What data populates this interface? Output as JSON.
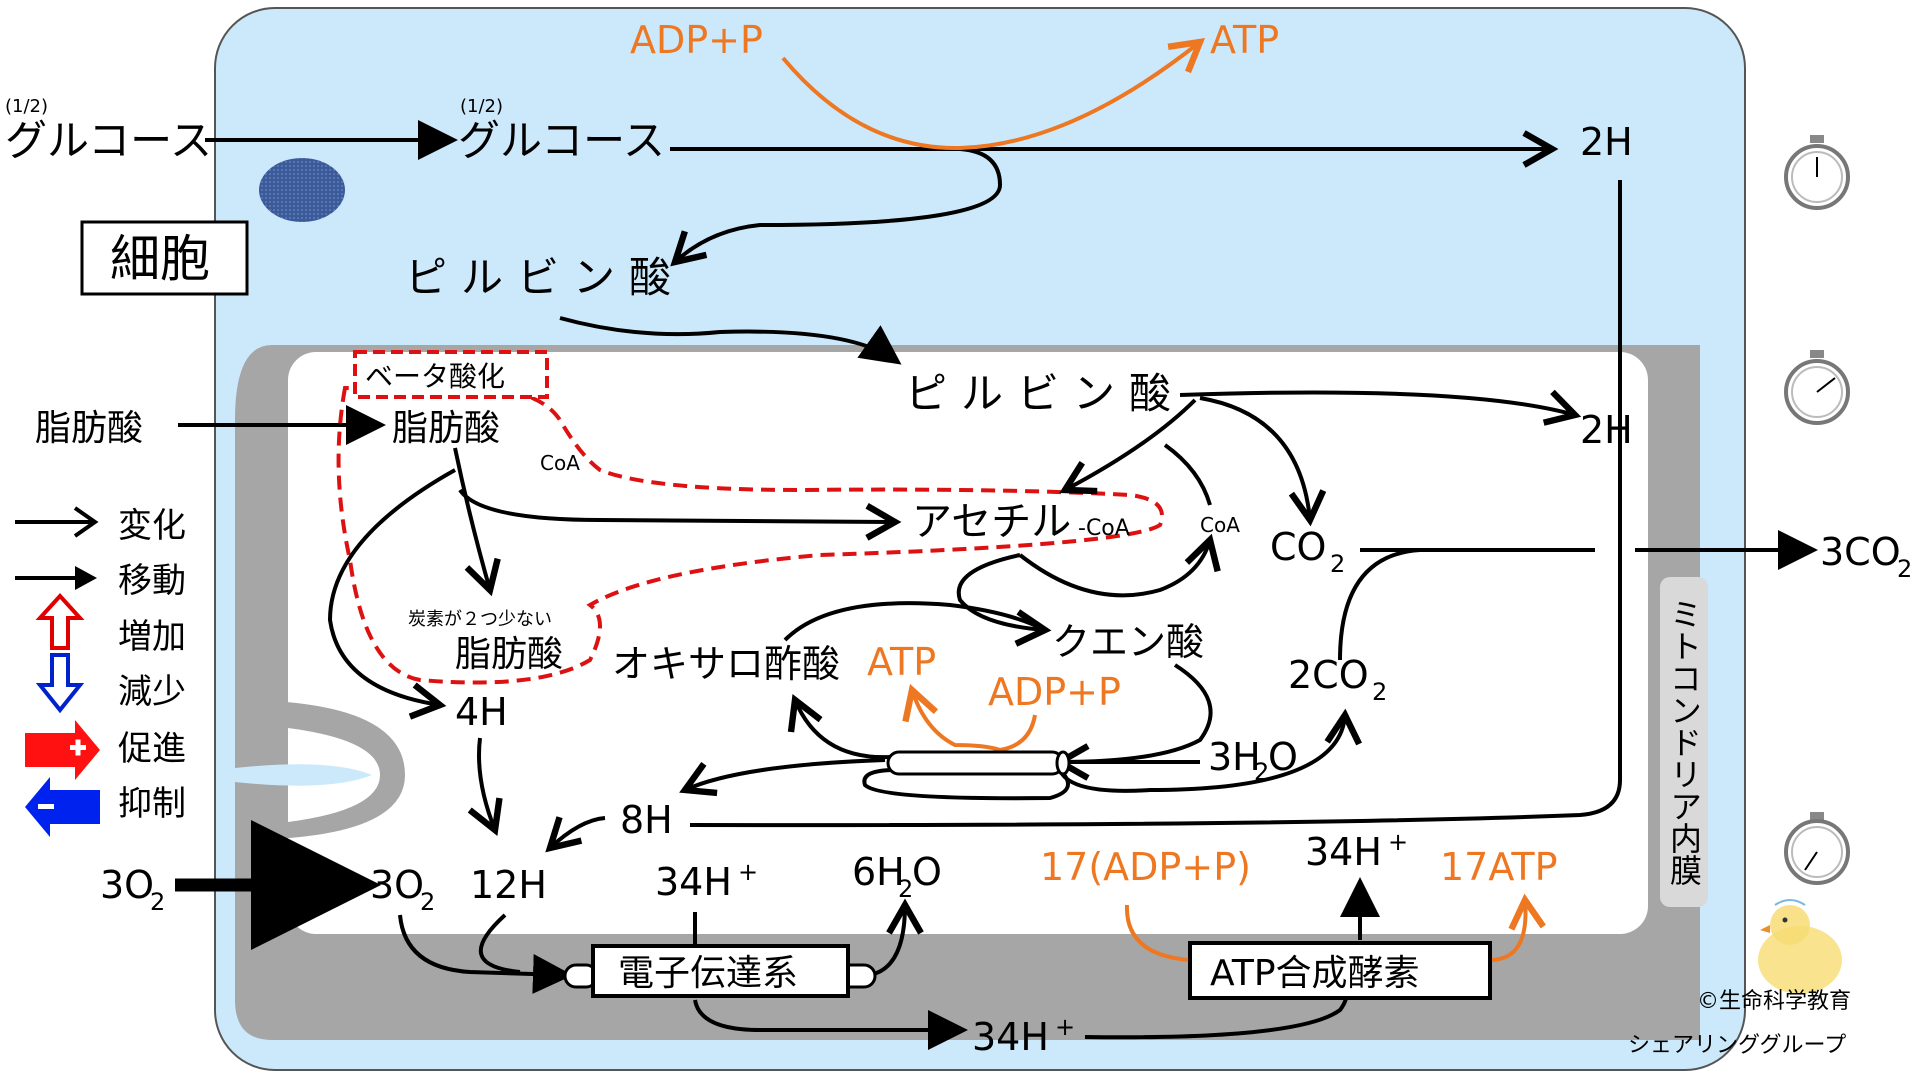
{
  "labels": {
    "glucose_fraction_outside": "(1/2)",
    "glucose_outside": "グルコース",
    "glucose_fraction_inside": "(1/2)",
    "glucose_inside": "グルコース",
    "adp_p_top": "ADP+P",
    "atp_top": "ATP",
    "two_h_cyto": "2H",
    "cell": "細胞",
    "pyruvate_cyto": "ピルビン酸",
    "pyruvate_mito": "ピルビン酸",
    "two_h_mito": "2H",
    "beta_oxidation": "ベータ酸化",
    "fatty_acid_outside": "脂肪酸",
    "fatty_acid_mito": "脂肪酸",
    "coa_fatty": "CoA",
    "acetyl_coa_main": "アセチル",
    "acetyl_coa_sub": "-CoA",
    "coa_right": "CoA",
    "co2_main": "CO",
    "co2_sub": "2",
    "three_co2_main": "3CO",
    "three_co2_sub": "2",
    "short_fatty_note": "炭素が２つ少ない",
    "short_fatty_acid": "脂肪酸",
    "oxaloacetate": "オキサロ酢酸",
    "atp_tca": "ATP",
    "citrate": "クエン酸",
    "adp_p_tca": "ADP+P",
    "two_co2_main": "2CO",
    "two_co2_sub": "2",
    "four_h": "4H",
    "eight_h": "8H",
    "three_h2o_a": "3H",
    "three_h2o_sub": "2",
    "three_h2o_b": "O",
    "three_o2_out_a": "3O",
    "three_o2_out_sub": "2",
    "three_o2_in_a": "3O",
    "three_o2_in_sub": "2",
    "twelve_h": "12H",
    "h34_plus_left": "34H",
    "h34_plus_left_sup": "+",
    "six_h2o_a": "6H",
    "six_h2o_sub": "2",
    "six_h2o_b": "O",
    "seventeen_adp": "17(ADP+P)",
    "h34_plus_right": "34H",
    "h34_plus_right_sup": "+",
    "seventeen_atp": "17ATP",
    "etc": "電子伝達系",
    "atp_synthase": "ATP合成酵素",
    "h34_plus_bottom": "34H",
    "h34_plus_bottom_sup": "+",
    "inner_membrane": "ミトコンドリア内膜",
    "copyright_1": "©生命科学教育",
    "copyright_2": "シェアリンググループ"
  },
  "legend": [
    {
      "label": "変化",
      "icon": "open-arrow-icon"
    },
    {
      "label": "移動",
      "icon": "filled-arrow-icon"
    },
    {
      "label": "増加",
      "icon": "up-arrow-red-icon"
    },
    {
      "label": "減少",
      "icon": "down-arrow-blue-icon"
    },
    {
      "label": "促進",
      "icon": "promote-arrow-icon"
    },
    {
      "label": "抑制",
      "icon": "inhibit-arrow-icon"
    }
  ],
  "colors": {
    "cell_fill": "#cce9fb",
    "membrane_gray": "#a6a6a6",
    "matrix_fill": "#ffffff",
    "orange": "#ee7722",
    "red_dash": "#dd1111",
    "nucleus": "#3a5a9a"
  }
}
